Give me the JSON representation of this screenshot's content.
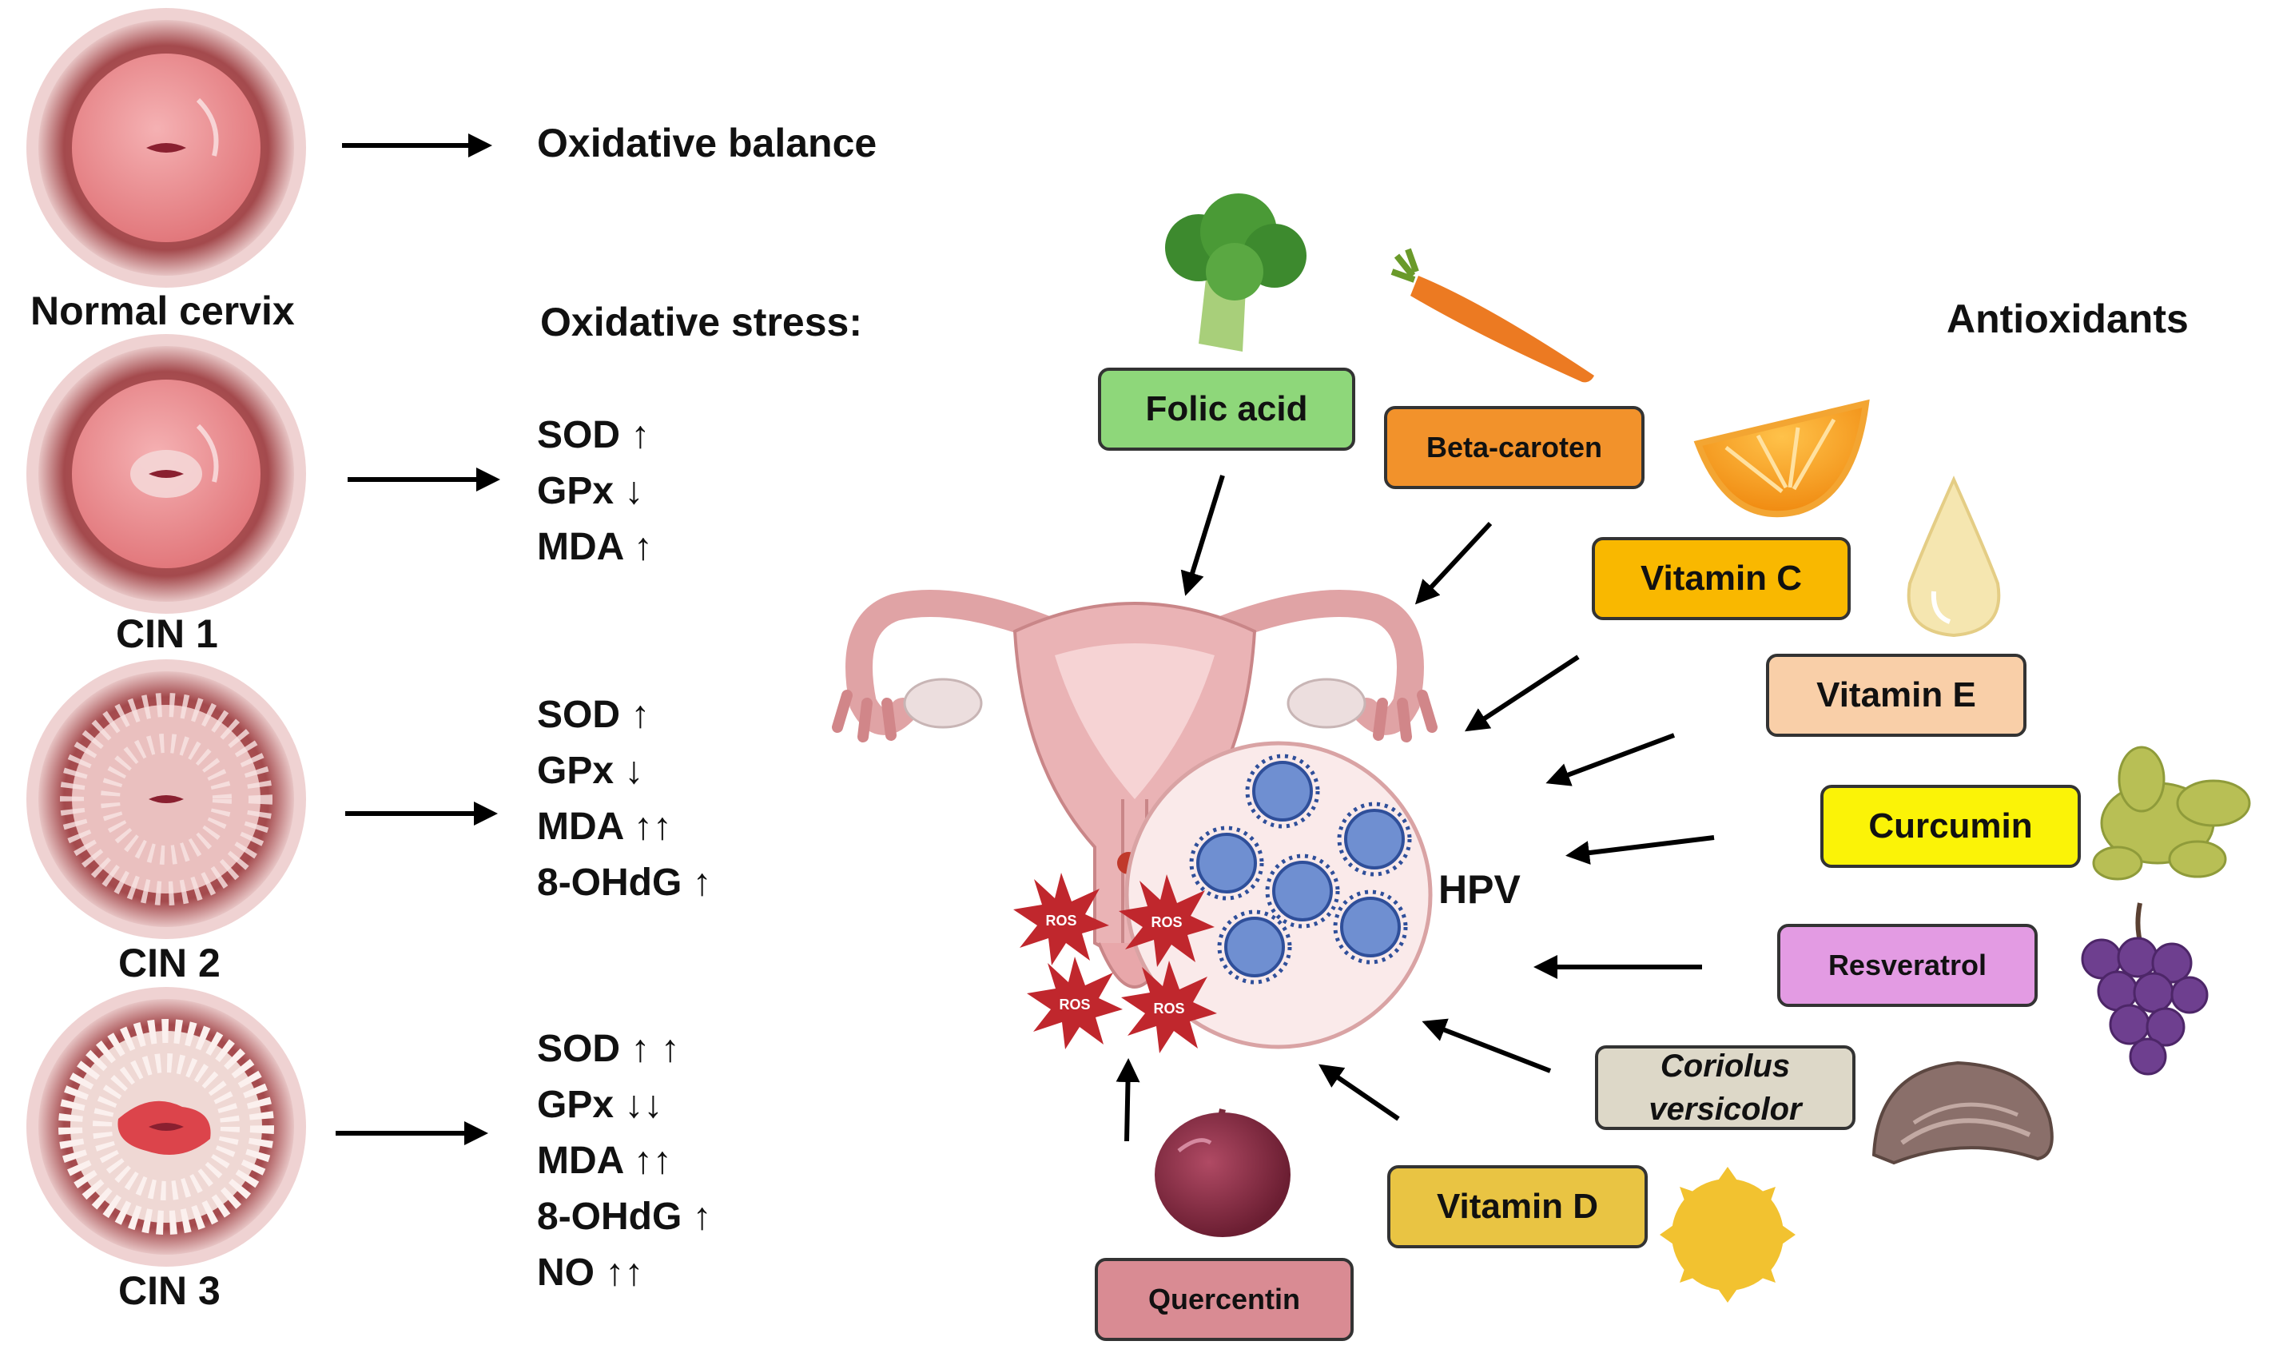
{
  "stages": [
    {
      "label": "Normal cervix",
      "outcome": "Oxidative balance"
    },
    {
      "label": "CIN 1",
      "markers": [
        "SOD ↑",
        "GPx ↓",
        "MDA ↑"
      ]
    },
    {
      "label": "CIN 2",
      "markers": [
        "SOD ↑",
        "GPx ↓",
        "MDA ↑↑",
        "8-OHdG ↑"
      ]
    },
    {
      "label": "CIN 3",
      "markers": [
        "SOD ↑ ↑",
        "GPx ↓↓",
        "MDA ↑↑",
        "8-OHdG ↑",
        "NO ↑↑"
      ]
    }
  ],
  "headings": {
    "oxidative_stress": "Oxidative stress:",
    "antioxidants": "Antioxidants"
  },
  "center": {
    "hpv_label": "HPV",
    "ros_label": "ROS"
  },
  "antioxidants": [
    {
      "label": "Folic acid",
      "color": "#8ed77a",
      "icon": "broccoli-icon"
    },
    {
      "label": "Beta-caroten",
      "color": "#f2922b",
      "icon": "carrot-icon"
    },
    {
      "label": "Vitamin C",
      "color": "#f9b800",
      "icon": "orange-slice-icon"
    },
    {
      "label": "Vitamin E",
      "color": "#f9cfa8",
      "icon": "oil-drop-icon"
    },
    {
      "label": "Curcumin",
      "color": "#fbf307",
      "icon": "turmeric-root-icon"
    },
    {
      "label": "Resveratrol",
      "color": "#e39be3",
      "icon": "grapes-icon"
    },
    {
      "label": "Coriolus versicolor",
      "color": "#ddd8c8",
      "icon": "mushroom-icon"
    },
    {
      "label": "Vitamin D",
      "color": "#e9c443",
      "icon": "sun-icon"
    },
    {
      "label": "Quercentin",
      "color": "#d98b93",
      "icon": "onion-icon"
    }
  ]
}
